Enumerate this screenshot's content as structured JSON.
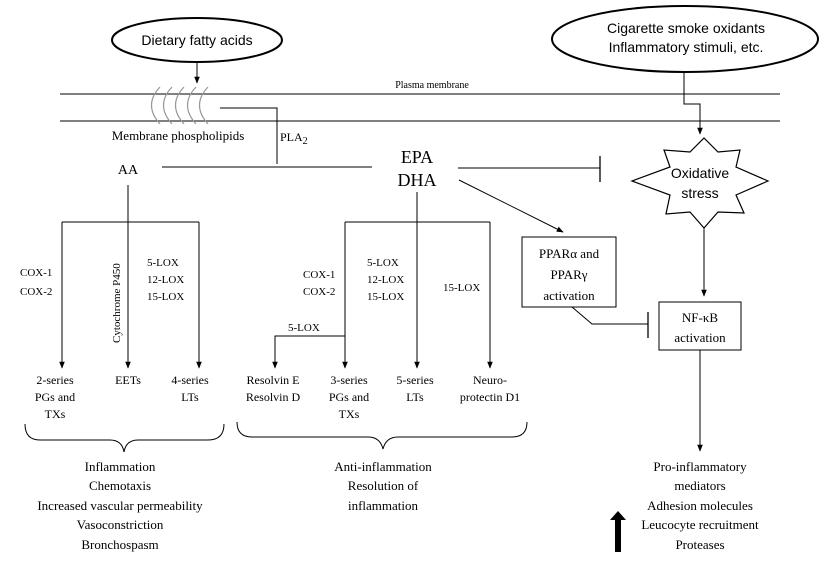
{
  "nodes": {
    "dietary": "Dietary fatty acids",
    "smoke_line1": "Cigarette smoke oxidants",
    "smoke_line2": "Inflammatory stimuli, etc.",
    "plasma_membrane": "Plasma membrane",
    "membrane_phospholipids": "Membrane phospholipids",
    "pla2": "PLA",
    "pla2_sub": "2",
    "aa": "AA",
    "epa": "EPA",
    "dha": "DHA",
    "oxidative_line1": "Oxidative",
    "oxidative_line2": "stress",
    "ppar_line1": "PPARα and",
    "ppar_line2": "PPARγ",
    "ppar_line3": "activation",
    "nfkb_line1": "NF-κB",
    "nfkb_line2": "activation"
  },
  "aa_branch": {
    "cox": [
      "COX-1",
      "COX-2"
    ],
    "cyp": "Cytochrome P450",
    "lox": [
      "5-LOX",
      "12-LOX",
      "15-LOX"
    ],
    "products": {
      "pgs": [
        "2-series",
        "PGs and",
        "TXs"
      ],
      "eets": "EETs",
      "lts": [
        "4-series",
        "LTs"
      ]
    },
    "effects": [
      "Inflammation",
      "Chemotaxis",
      "Increased vascular permeability",
      "Vasoconstriction",
      "Bronchospasm"
    ]
  },
  "epa_branch": {
    "cox": [
      "COX-1",
      "COX-2"
    ],
    "lox5_label": "5-LOX",
    "lox": [
      "5-LOX",
      "12-LOX",
      "15-LOX"
    ],
    "lox15": "15-LOX",
    "products": {
      "resolvin": [
        "Resolvin E",
        "Resolvin D"
      ],
      "pgs": [
        "3-series",
        "PGs and",
        "TXs"
      ],
      "lts": [
        "5-series",
        "LTs"
      ],
      "neuro": [
        "Neuro-",
        "protectin D1"
      ]
    },
    "effects": [
      "Anti-inflammation",
      "Resolution of",
      "inflammation"
    ]
  },
  "outcome": {
    "items": [
      "Pro-inflammatory",
      "mediators",
      "Adhesion molecules",
      "Leucocyte recruitment",
      "Proteases"
    ]
  }
}
